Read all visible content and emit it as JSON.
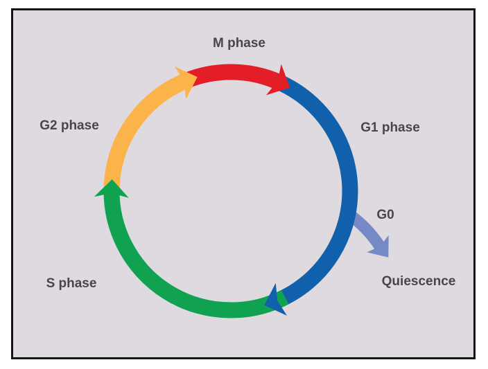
{
  "panel": {
    "page_background": "#ffffff",
    "background": "#dedae0",
    "border_color": "#151515",
    "label_text_color": "#48464a"
  },
  "labels": {
    "m_phase": "M phase",
    "g1_phase": "G1 phase",
    "g0": "G0",
    "quiescence": "Quiescence",
    "s_phase": "S phase",
    "g2_phase": "G2 phase"
  },
  "colors": {
    "m_phase_arrow": "#e31e26",
    "g1_phase_arrow": "#1160ab",
    "s_phase_arrow": "#10a251",
    "g2_phase_arrow": "#fbb44a",
    "g0_arrow": "#7589c5"
  },
  "cycle": {
    "direction": "clockwise",
    "sequence": [
      "M phase",
      "G1 phase",
      "S phase",
      "G2 phase"
    ],
    "branch": {
      "from": "G1 phase",
      "via": "G0",
      "to": "Quiescence"
    }
  }
}
